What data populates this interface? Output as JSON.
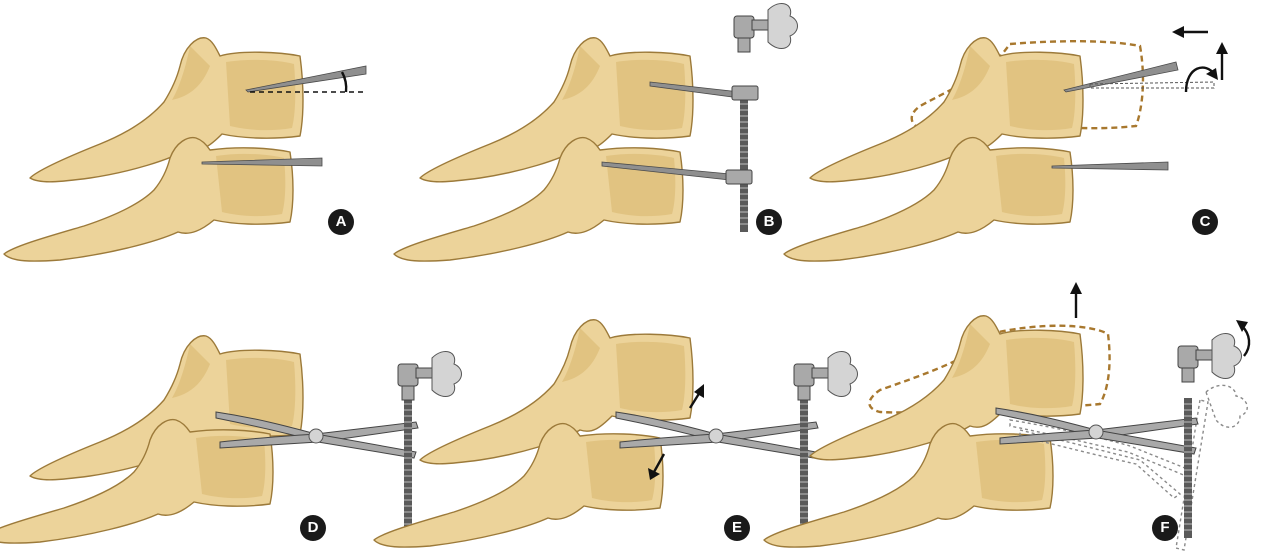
{
  "panels": [
    {
      "id": "A",
      "label": "A"
    },
    {
      "id": "B",
      "label": "B"
    },
    {
      "id": "C",
      "label": "C"
    },
    {
      "id": "D",
      "label": "D"
    },
    {
      "id": "E",
      "label": "E"
    },
    {
      "id": "F",
      "label": "F"
    }
  ],
  "colors": {
    "bone_fill": "#ecd39a",
    "bone_outline": "#9c7a3a",
    "displaced_outline": "#a8782e",
    "instrument": "#a9a9a9",
    "badge": "#1a1a1a"
  }
}
